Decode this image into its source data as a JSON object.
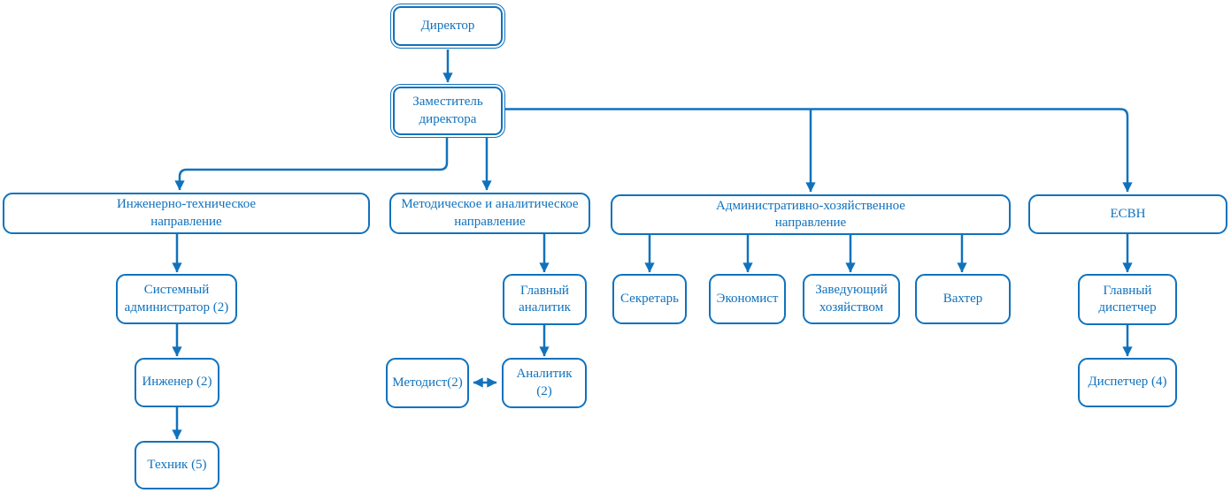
{
  "colors": {
    "accent": "#1072BD",
    "background": "#FFFFFF"
  },
  "nodes": {
    "director": {
      "label": "Директор"
    },
    "deputy": {
      "label": "Заместитель\nдиректора"
    },
    "eng_direction": {
      "label": "Инженерно-техническое\nнаправление"
    },
    "method_direction": {
      "label": "Методическое и аналитическое\nнаправление"
    },
    "admin_direction": {
      "label": "Административно-хозяйственное\nнаправление"
    },
    "esvn": {
      "label": "ЕСВН"
    },
    "sysadmin": {
      "label": "Системный\nадминистратор (2)"
    },
    "engineer": {
      "label": "Инженер (2)"
    },
    "technician": {
      "label": "Техник (5)"
    },
    "chief_analyst": {
      "label": "Главный\nаналитик"
    },
    "methodist": {
      "label": "Методист(2)"
    },
    "analyst": {
      "label": "Аналитик (2)"
    },
    "secretary": {
      "label": "Секретарь"
    },
    "economist": {
      "label": "Экономист"
    },
    "facility_manager": {
      "label": "Заведующий\nхозяйством"
    },
    "watchman": {
      "label": "Вахтер"
    },
    "chief_dispatcher": {
      "label": "Главный\nдиспетчер"
    },
    "dispatcher": {
      "label": "Диспетчер (4)"
    }
  },
  "edges": [
    {
      "from": "Директор",
      "to": "Заместитель директора",
      "style": "arrow"
    },
    {
      "from": "Заместитель директора",
      "to": "Инженерно-техническое направление",
      "style": "arrow"
    },
    {
      "from": "Заместитель директора",
      "to": "Методическое и аналитическое направление",
      "style": "arrow"
    },
    {
      "from": "Заместитель директора",
      "to": "Административно-хозяйственное направление",
      "style": "arrow"
    },
    {
      "from": "Заместитель директора",
      "to": "ЕСВН",
      "style": "arrow"
    },
    {
      "from": "Инженерно-техническое направление",
      "to": "Системный администратор (2)",
      "style": "arrow"
    },
    {
      "from": "Системный администратор (2)",
      "to": "Инженер (2)",
      "style": "arrow"
    },
    {
      "from": "Инженер (2)",
      "to": "Техник (5)",
      "style": "arrow"
    },
    {
      "from": "Методическое и аналитическое направление",
      "to": "Главный аналитик",
      "style": "arrow"
    },
    {
      "from": "Главный аналитик",
      "to": "Аналитик (2)",
      "style": "arrow"
    },
    {
      "from": "Методист(2)",
      "to": "Аналитик (2)",
      "style": "double-arrow"
    },
    {
      "from": "Административно-хозяйственное направление",
      "to": "Секретарь",
      "style": "arrow"
    },
    {
      "from": "Административно-хозяйственное направление",
      "to": "Экономист",
      "style": "arrow"
    },
    {
      "from": "Административно-хозяйственное направление",
      "to": "Заведующий хозяйством",
      "style": "arrow"
    },
    {
      "from": "Административно-хозяйственное направление",
      "to": "Вахтер",
      "style": "arrow"
    },
    {
      "from": "ЕСВН",
      "to": "Главный диспетчер",
      "style": "arrow"
    },
    {
      "from": "Главный диспетчер",
      "to": "Диспетчер (4)",
      "style": "arrow"
    }
  ]
}
